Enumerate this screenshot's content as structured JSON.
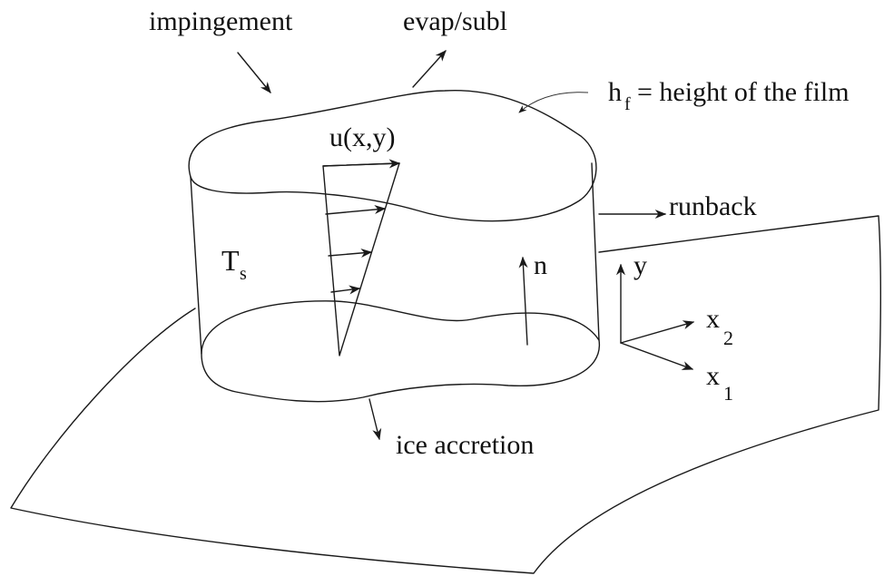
{
  "labels": {
    "impingement": "impingement",
    "evap_subl": "evap/subl",
    "film_h": "h",
    "film_h_sub": "f",
    "film_height_text": "= height of the film",
    "velocity": "u(x,y)",
    "runback": "runback",
    "surface_temp": "T",
    "surface_temp_sub": "s",
    "normal": "n",
    "axis_y": "y",
    "axis_x2": "x",
    "axis_x2_sub": "2",
    "axis_x1": "x",
    "axis_x1_sub": "1",
    "ice_accretion": "ice accretion"
  },
  "colors": {
    "stroke": "#1a1a1a",
    "background": "#ffffff"
  }
}
